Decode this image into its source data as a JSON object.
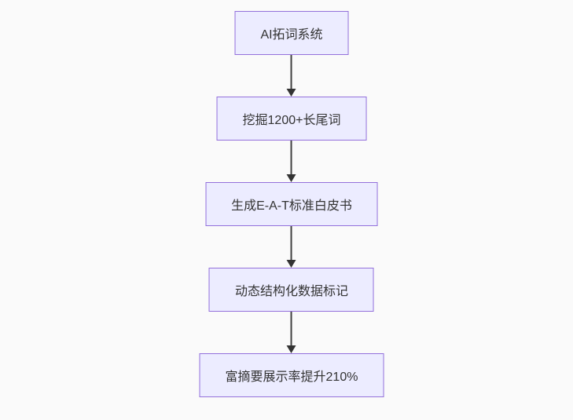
{
  "flowchart": {
    "type": "flowchart",
    "direction": "top-down",
    "nodes": [
      {
        "id": "n0",
        "label": "AI拓词系统"
      },
      {
        "id": "n1",
        "label": "挖掘1200+长尾词"
      },
      {
        "id": "n2",
        "label": "生成E-A-T标准白皮书"
      },
      {
        "id": "n3",
        "label": "动态结构化数据标记"
      },
      {
        "id": "n4",
        "label": "富摘要展示率提升210%"
      }
    ],
    "edges": [
      {
        "from": "n0",
        "to": "n1",
        "style": "arrow-down"
      },
      {
        "from": "n1",
        "to": "n2",
        "style": "arrow-down"
      },
      {
        "from": "n2",
        "to": "n3",
        "style": "arrow-down"
      },
      {
        "from": "n3",
        "to": "n4",
        "style": "arrow-down"
      }
    ],
    "colors": {
      "node_fill": "#ececff",
      "node_border": "#9370db",
      "arrow": "#333333",
      "text": "#333333",
      "background": "#fafafa"
    }
  }
}
